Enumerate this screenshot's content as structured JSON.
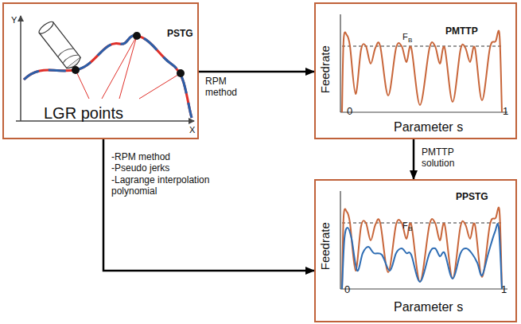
{
  "diagram": {
    "nodes": [
      {
        "text": [
          "PSTG",
          "LGR points",
          "Y",
          "X"
        ]
      },
      {
        "text": [
          "PMTTP",
          "Feedrate",
          "Parameter s",
          "0",
          "1",
          "F",
          "B"
        ]
      },
      {
        "text": [
          "PPSTG",
          "Feedrate",
          "Parameter s",
          "0",
          "1",
          "F",
          "B"
        ]
      }
    ],
    "edges": [
      {
        "from": 0,
        "to": 1,
        "arrow": "to",
        "label": "RPM method"
      },
      {
        "from": 1,
        "to": 2,
        "arrow": "to",
        "label": "PMTTP solution"
      },
      {
        "from": 0,
        "to": 2,
        "arrow": "to",
        "label": "-RPM method -Pseudo jerks -Lagrange interpolation polynomial"
      }
    ]
  }
}
